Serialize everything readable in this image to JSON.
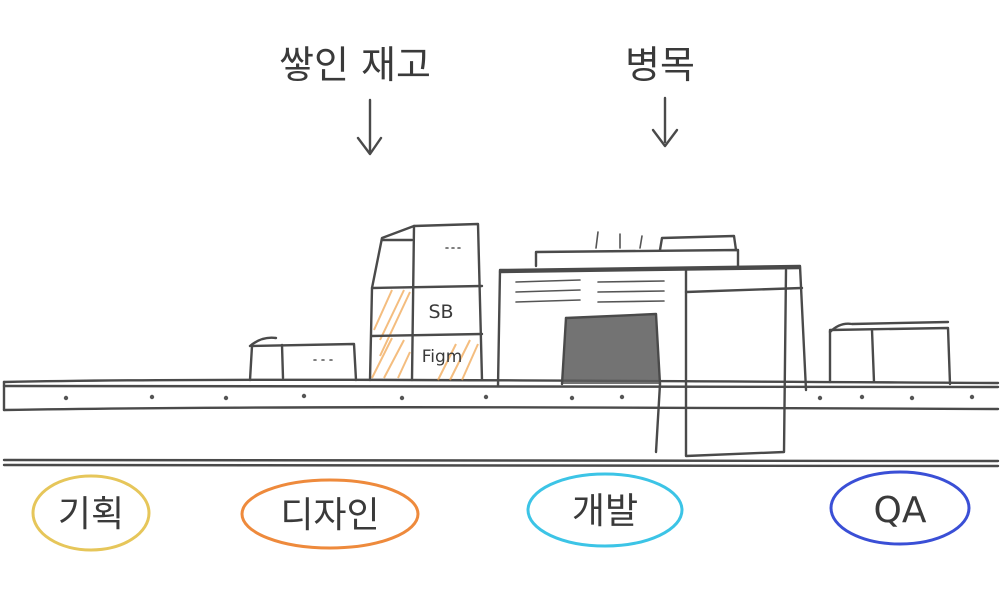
{
  "callouts": {
    "stacked_inventory": "쌓인 재고",
    "bottleneck": "병목"
  },
  "boxes": {
    "sb_label": "SB",
    "figma_label": "Figm"
  },
  "stages": [
    {
      "label": "기획",
      "color": "#e6c65a"
    },
    {
      "label": "디자인",
      "color": "#ee8a3c"
    },
    {
      "label": "개발",
      "color": "#3cc4e6"
    },
    {
      "label": "QA",
      "color": "#3a4fd6"
    }
  ]
}
